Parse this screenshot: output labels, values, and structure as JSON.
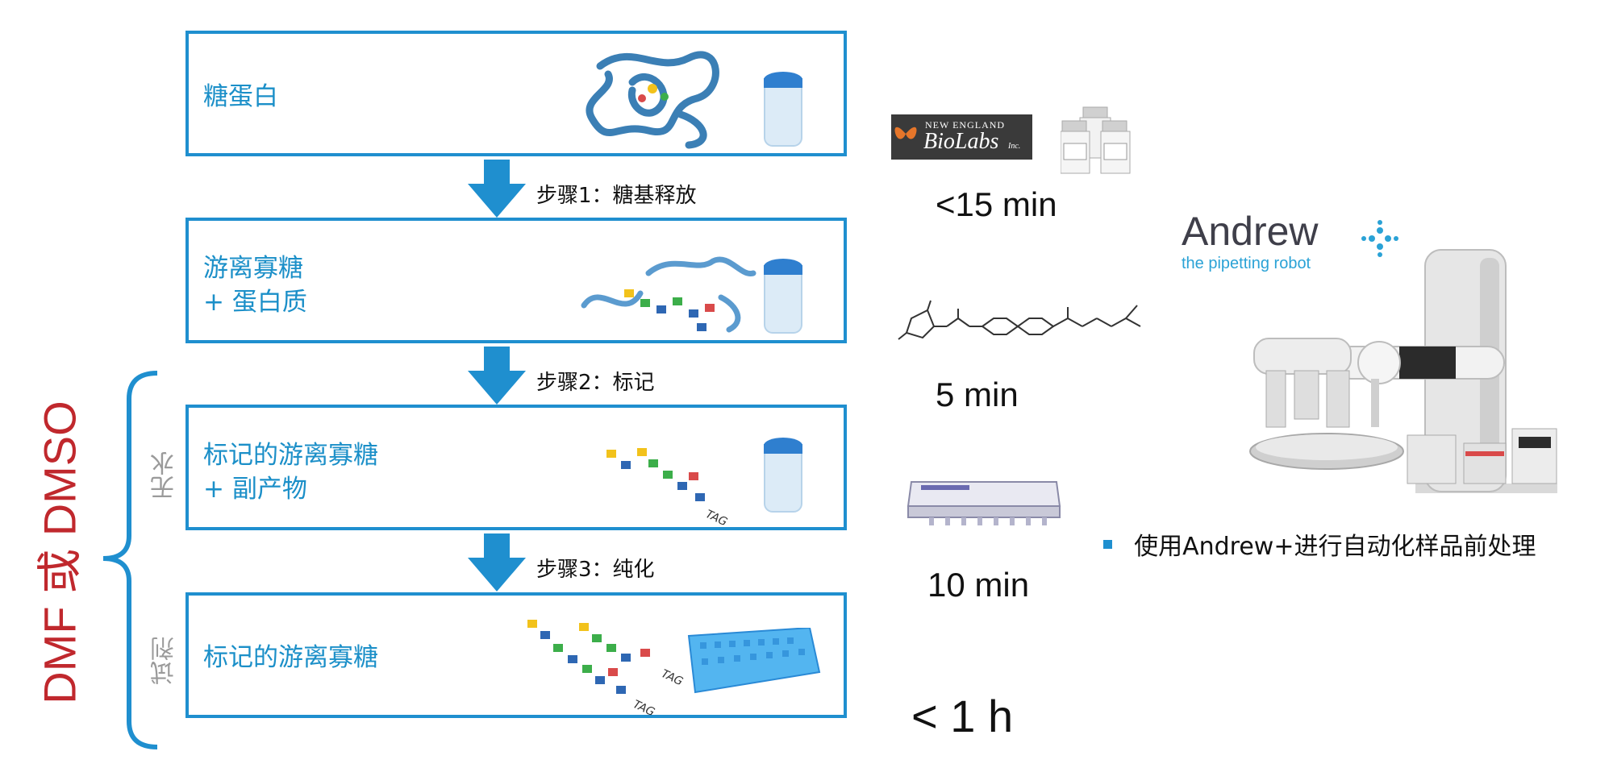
{
  "stages": [
    {
      "line1": "糖蛋白",
      "line2": ""
    },
    {
      "line1": "游离寡糖",
      "line2": "+ 蛋白质"
    },
    {
      "line1": "标记的游离寡糖",
      "line2": "+ 副产物"
    },
    {
      "line1": "标记的游离寡糖",
      "line2": ""
    }
  ],
  "steps": [
    "步骤1：糖基释放",
    "步骤2：标记",
    "步骤3：纯化"
  ],
  "times": [
    "<15 min",
    "5 min",
    "10 min",
    "< 1 h"
  ],
  "bracket": {
    "label": "DMF 或 DMSO",
    "label_color": "#c0282d",
    "side_top": "无水",
    "side_bottom": "试剂"
  },
  "neb_logo": {
    "line1": "NEW ENGLAND",
    "line2": "BioLabs",
    "suffix": "Inc."
  },
  "andrew": {
    "name": "Andrew",
    "tagline": "the pipetting robot"
  },
  "bullet_text": "使用Andrew+进行自动化样品前处理",
  "tag_text": "TAG",
  "colors": {
    "box_border": "#1f8fcf",
    "label_blue": "#1b8fc8",
    "red": "#c0282d"
  }
}
